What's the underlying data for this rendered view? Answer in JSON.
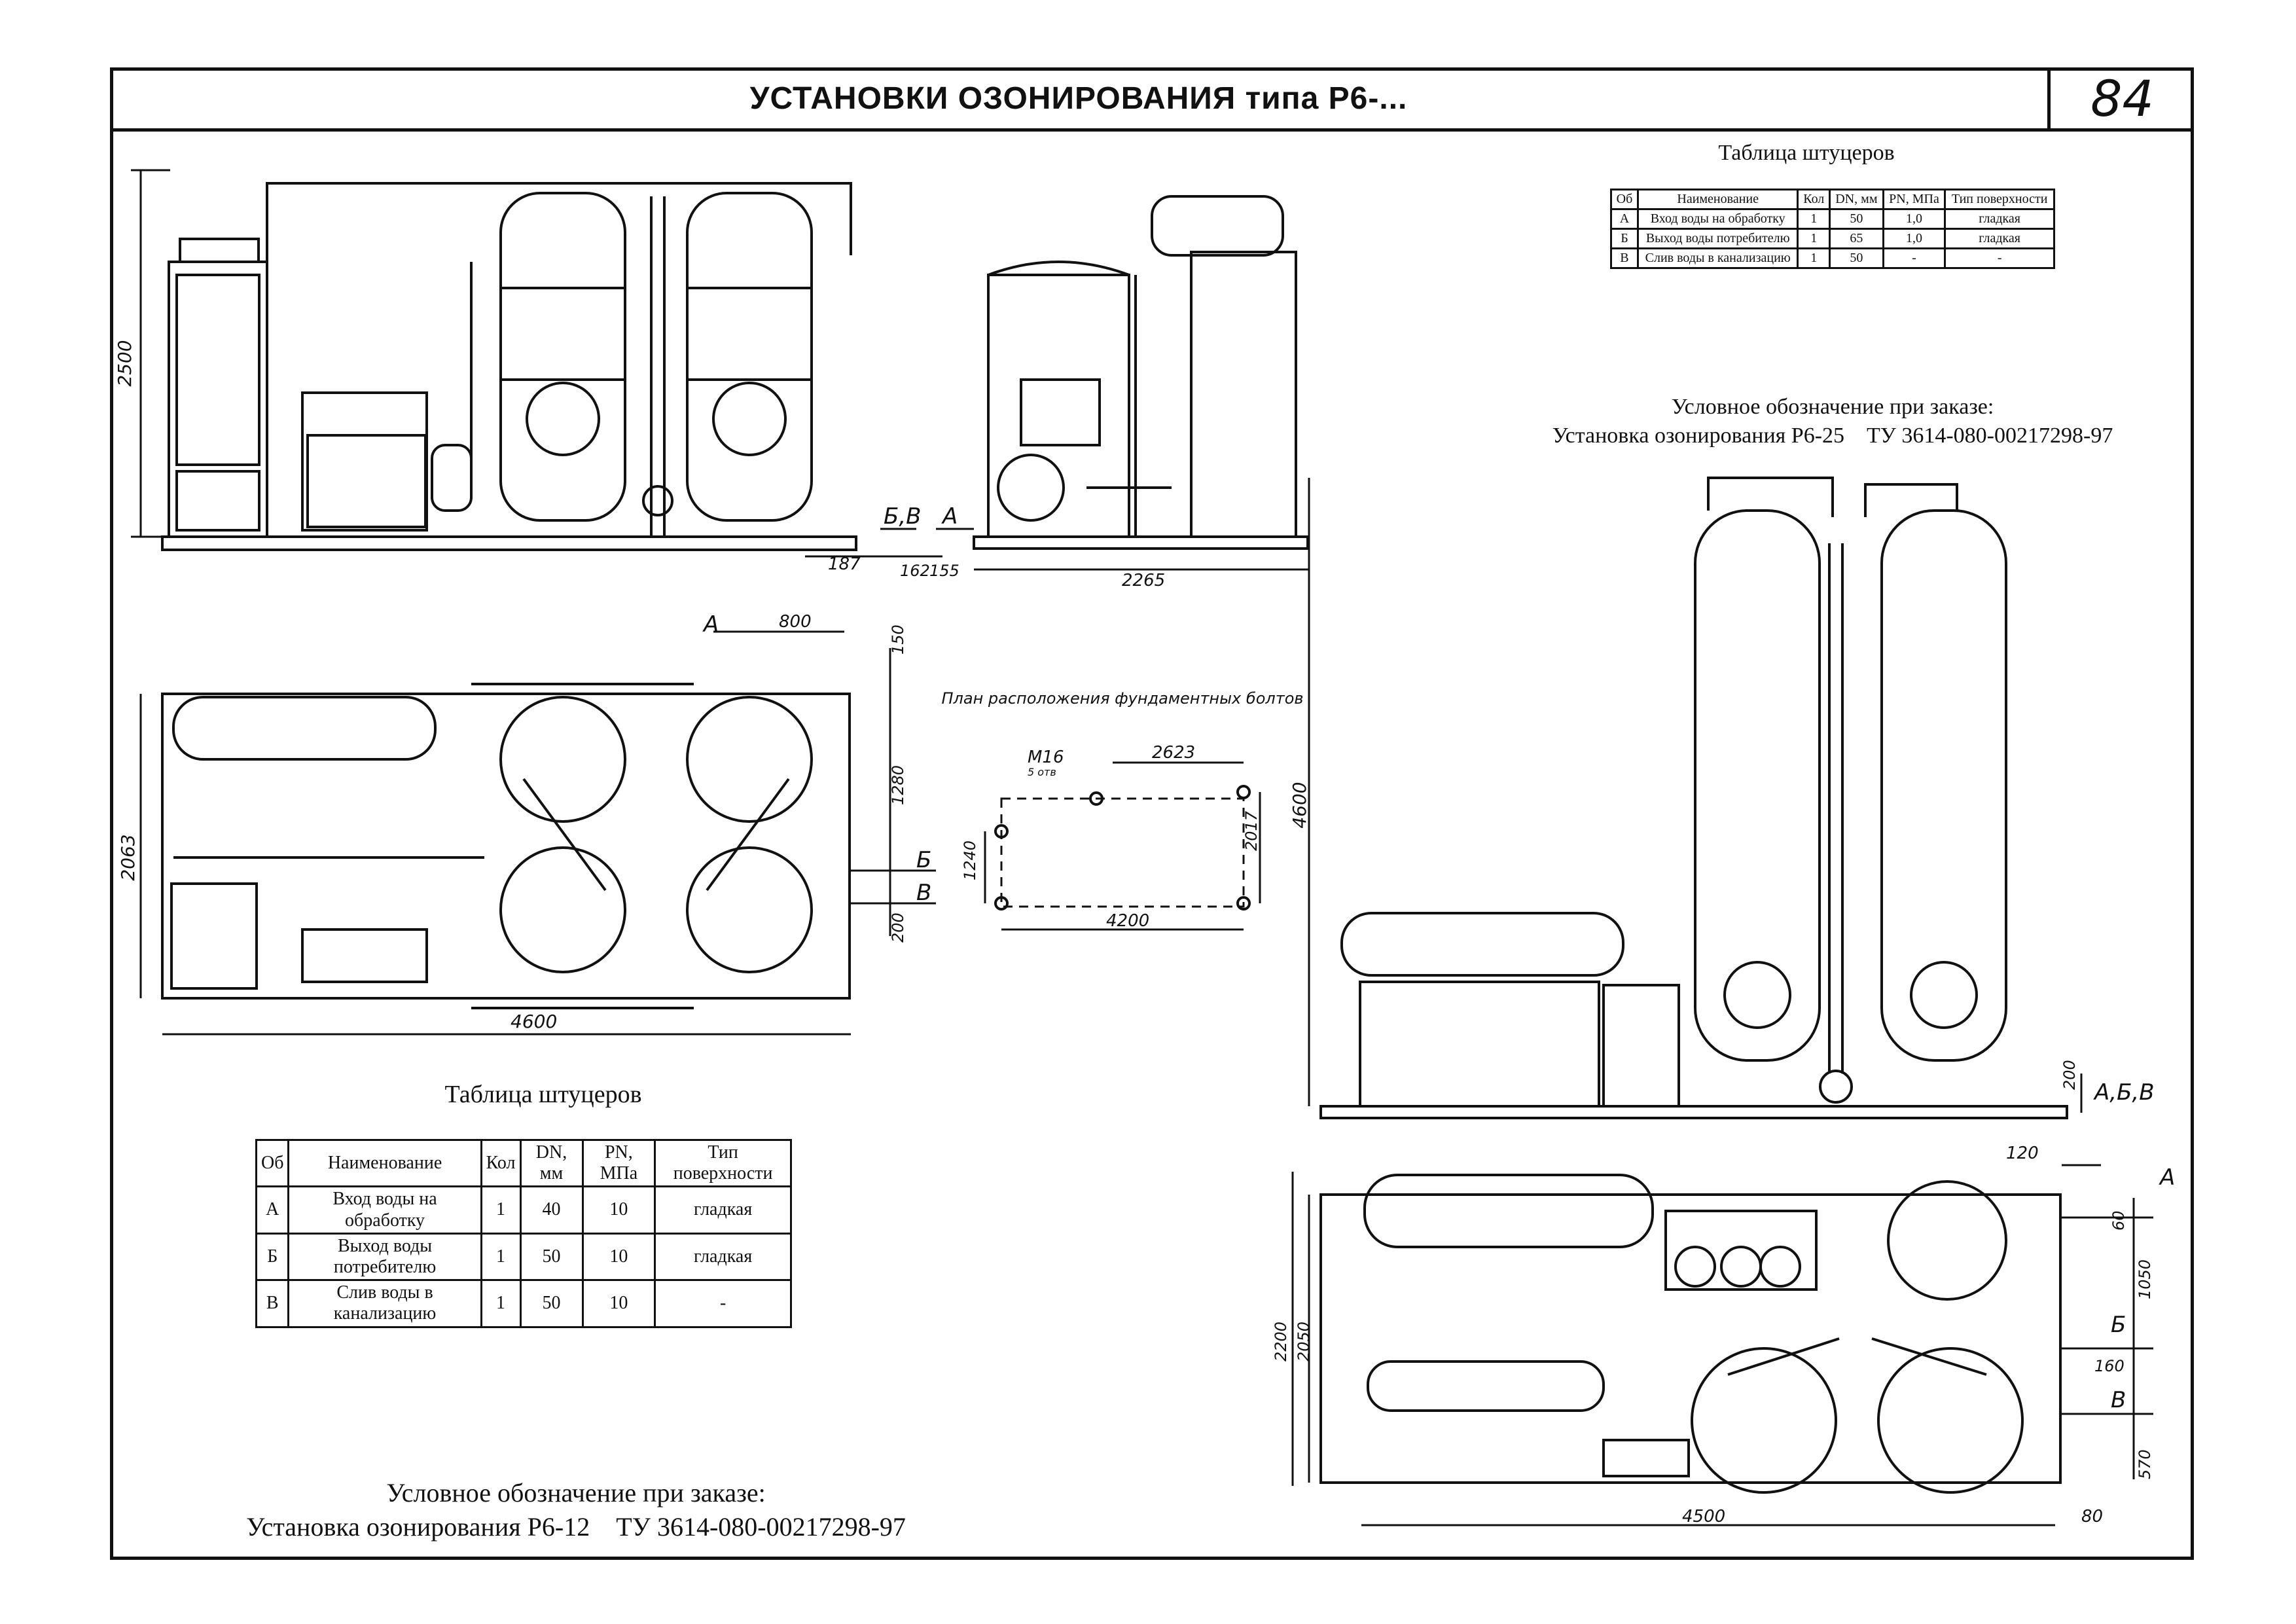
{
  "header": {
    "title": "УСТАНОВКИ ОЗОНИРОВАНИЯ типа Р6-...",
    "page_number": "84"
  },
  "table_small": {
    "caption": "Таблица штуцеров",
    "headers": [
      "Об",
      "Наименование",
      "Кол",
      "DN, мм",
      "PN, МПа",
      "Тип поверхности"
    ],
    "rows": [
      [
        "А",
        "Вход воды на обработку",
        "1",
        "50",
        "1,0",
        "гладкая"
      ],
      [
        "Б",
        "Выход воды потребителю",
        "1",
        "65",
        "1,0",
        "гладкая"
      ],
      [
        "В",
        "Слив воды в канализацию",
        "1",
        "50",
        "-",
        "-"
      ]
    ]
  },
  "order_right": {
    "label": "Условное обозначение при заказе:",
    "value": "Установка озонирования Р6-25    ТУ 3614-080-00217298-97"
  },
  "table_large": {
    "caption": "Таблица штуцеров",
    "headers": [
      "Об",
      "Наименование",
      "Кол",
      "DN, мм",
      "PN, МПа",
      "Тип поверхности"
    ],
    "rows": [
      [
        "А",
        "Вход воды на обработку",
        "1",
        "40",
        "10",
        "гладкая"
      ],
      [
        "Б",
        "Выход воды потребителю",
        "1",
        "50",
        "10",
        "гладкая"
      ],
      [
        "В",
        "Слив воды в канализацию",
        "1",
        "50",
        "10",
        "-"
      ]
    ]
  },
  "order_left": {
    "label": "Условное обозначение при заказе:",
    "value": "Установка озонирования Р6-12    ТУ 3614-080-00217298-97"
  },
  "drawing_labels": {
    "front_height": "2500",
    "front_d1": "187",
    "front_d2": "162",
    "front_d3": "155",
    "front_conn": "Б,В",
    "side_conn": "А",
    "side_width": "2265",
    "plan_top_dim": "800",
    "plan_a": "А",
    "plan_d150": "150",
    "plan_d1280": "1280",
    "plan_b": "Б",
    "plan_v": "В",
    "plan_d200": "200",
    "plan_height": "2063",
    "plan_width": "4600",
    "bolts_title": "План расположения фундаментных болтов",
    "bolts_m16": "М16",
    "bolts_qty": "5 отв",
    "bolts_2623": "2623",
    "bolts_2017": "2017",
    "bolts_1240": "1240",
    "bolts_4200": "4200",
    "r_height": "4600",
    "r_d200": "200",
    "r_conn": "А,Б,В",
    "rp_120": "120",
    "rp_a": "А",
    "rp_60": "60",
    "rp_1050": "1050",
    "rp_b": "Б",
    "rp_160": "160",
    "rp_v": "В",
    "rp_570": "570",
    "rp_2200": "2200",
    "rp_2050": "2050",
    "rp_4500": "4500",
    "rp_80": "80"
  }
}
